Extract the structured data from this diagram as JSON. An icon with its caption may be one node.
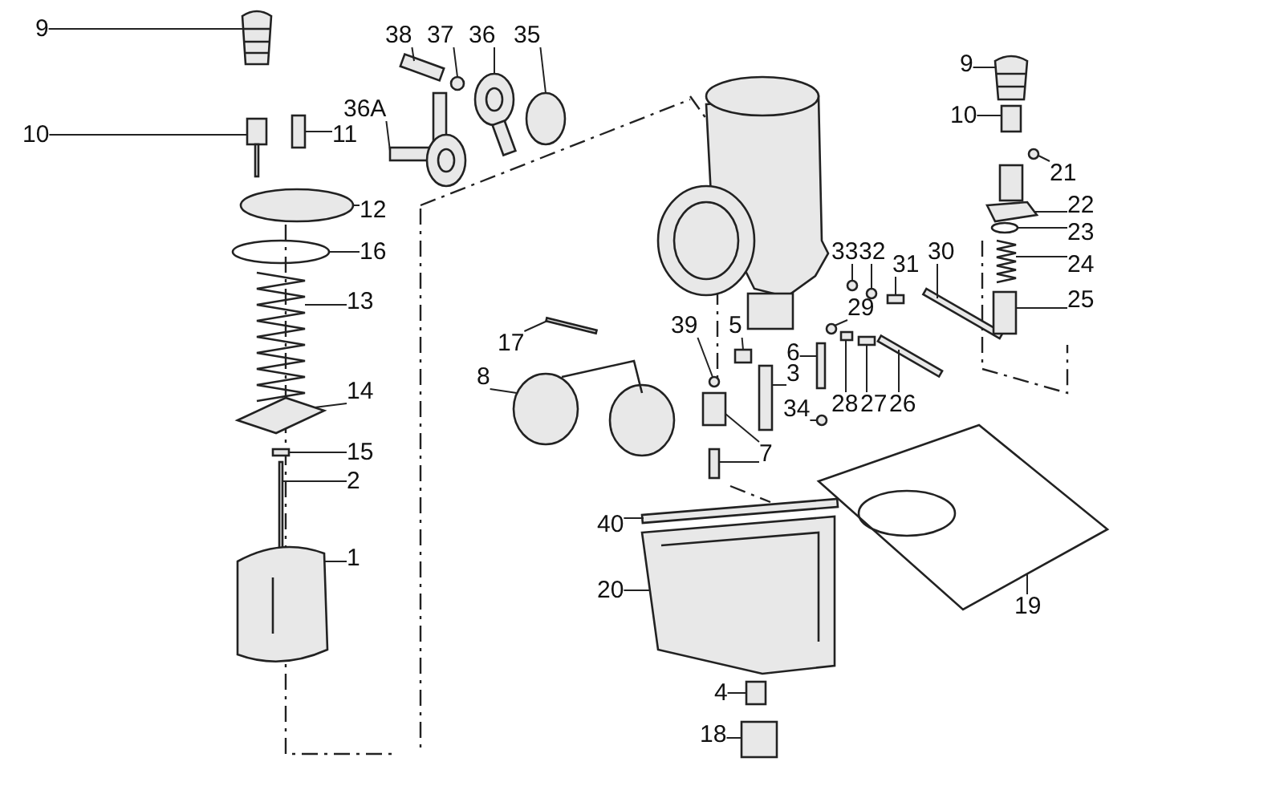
{
  "diagram": {
    "nodes": [
      {
        "text": [
          "38"
        ]
      },
      {
        "text": [
          "37"
        ]
      },
      {
        "text": [
          "36"
        ]
      },
      {
        "text": [
          "35"
        ]
      },
      {
        "text": [
          "9"
        ]
      },
      {
        "text": [
          "9"
        ]
      },
      {
        "text": [
          "36A"
        ]
      },
      {
        "text": [
          "10"
        ]
      },
      {
        "text": [
          "11"
        ]
      },
      {
        "text": [
          "10"
        ]
      },
      {
        "text": [
          "21"
        ]
      },
      {
        "text": [
          "22"
        ]
      },
      {
        "text": [
          "12"
        ]
      },
      {
        "text": [
          "23"
        ]
      },
      {
        "text": [
          "16"
        ]
      },
      {
        "text": [
          "33"
        ]
      },
      {
        "text": [
          "32"
        ]
      },
      {
        "text": [
          "31"
        ]
      },
      {
        "text": [
          "30"
        ]
      },
      {
        "text": [
          "24"
        ]
      },
      {
        "text": [
          "13"
        ]
      },
      {
        "text": [
          "25"
        ]
      },
      {
        "text": [
          "29"
        ]
      },
      {
        "text": [
          "39"
        ]
      },
      {
        "text": [
          "5"
        ]
      },
      {
        "text": [
          "17"
        ]
      },
      {
        "text": [
          "6"
        ]
      },
      {
        "text": [
          "3"
        ]
      },
      {
        "text": [
          "8"
        ]
      },
      {
        "text": [
          "14"
        ]
      },
      {
        "text": [
          "28"
        ]
      },
      {
        "text": [
          "27"
        ]
      },
      {
        "text": [
          "26"
        ]
      },
      {
        "text": [
          "34"
        ]
      },
      {
        "text": [
          "15"
        ]
      },
      {
        "text": [
          "7"
        ]
      },
      {
        "text": [
          "2"
        ]
      },
      {
        "text": [
          "40"
        ]
      },
      {
        "text": [
          "1"
        ]
      },
      {
        "text": [
          "20"
        ]
      },
      {
        "text": [
          "19"
        ]
      },
      {
        "text": [
          "4"
        ]
      },
      {
        "text": [
          "18"
        ]
      },
      {
        "text": [],
        "shape": "box"
      },
      {
        "text": [],
        "shape": "circle"
      },
      {
        "text": [],
        "shape": "picture"
      },
      {
        "text": [],
        "shape": "circle"
      },
      {
        "text": [],
        "shape": "picture"
      },
      {
        "text": [],
        "shape": "picture"
      },
      {
        "text": [],
        "shape": "picture"
      },
      {
        "text": [],
        "shape": "picture"
      },
      {
        "text": [],
        "shape": "box"
      },
      {
        "text": [],
        "shape": "box"
      },
      {
        "text": [],
        "shape": "circle"
      },
      {
        "text": [],
        "shape": "picture"
      },
      {
        "text": [],
        "shape": "circle"
      },
      {
        "text": [],
        "shape": "circle"
      },
      {
        "text": [],
        "shape": "circle"
      },
      {
        "text": [],
        "shape": "circle"
      },
      {
        "text": [],
        "shape": "circle"
      },
      {
        "text": [],
        "shape": "box"
      },
      {
        "text": [],
        "shape": "box"
      },
      {
        "text": [],
        "shape": "picture"
      },
      {
        "text": [],
        "shape": "picture"
      },
      {
        "text": [],
        "shape": "box"
      },
      {
        "text": [],
        "shape": "circle"
      },
      {
        "text": [],
        "shape": "circle"
      },
      {
        "text": [],
        "shape": "box"
      },
      {
        "text": [],
        "shape": "box"
      },
      {
        "text": [],
        "shape": "box"
      },
      {
        "text": [],
        "shape": "box"
      },
      {
        "text": [],
        "shape": "picture"
      },
      {
        "text": [],
        "shape": "diamond"
      },
      {
        "text": [],
        "shape": "box"
      },
      {
        "text": [],
        "shape": "box"
      },
      {
        "text": [],
        "shape": "box"
      },
      {
        "text": [],
        "shape": "circle"
      },
      {
        "text": [],
        "shape": "box"
      },
      {
        "text": [],
        "shape": "box"
      },
      {
        "text": [],
        "shape": "box"
      },
      {
        "text": [],
        "shape": "box"
      },
      {
        "text": [],
        "shape": "box"
      },
      {
        "text": [],
        "shape": "picture"
      },
      {
        "text": [],
        "shape": "picture"
      },
      {
        "text": [],
        "shape": "picture"
      },
      {
        "text": [],
        "shape": "box"
      },
      {
        "text": [],
        "shape": "box"
      }
    ],
    "edges": [
      {
        "from": 0,
        "to": 43,
        "arrow": "none"
      },
      {
        "from": 1,
        "to": 44,
        "arrow": "none"
      },
      {
        "from": 2,
        "to": 45,
        "arrow": "none"
      },
      {
        "from": 3,
        "to": 46,
        "arrow": "none"
      },
      {
        "from": 4,
        "to": 47,
        "arrow": "none"
      },
      {
        "from": 5,
        "to": 48,
        "arrow": "none"
      },
      {
        "from": 6,
        "to": 49,
        "arrow": "none"
      },
      {
        "from": 7,
        "to": 50,
        "arrow": "none"
      },
      {
        "from": 8,
        "to": 51,
        "arrow": "none"
      },
      {
        "from": 9,
        "to": 52,
        "arrow": "none"
      },
      {
        "from": 10,
        "to": 53,
        "arrow": "none"
      },
      {
        "from": 11,
        "to": 54,
        "arrow": "none"
      },
      {
        "from": 12,
        "to": 55,
        "arrow": "none"
      },
      {
        "from": 13,
        "to": 56,
        "arrow": "none"
      },
      {
        "from": 14,
        "to": 57,
        "arrow": "none"
      },
      {
        "from": 15,
        "to": 58,
        "arrow": "none"
      },
      {
        "from": 16,
        "to": 59,
        "arrow": "none"
      },
      {
        "from": 17,
        "to": 60,
        "arrow": "none"
      },
      {
        "from": 18,
        "to": 61,
        "arrow": "none"
      },
      {
        "from": 19,
        "to": 62,
        "arrow": "none"
      },
      {
        "from": 20,
        "to": 63,
        "arrow": "none"
      },
      {
        "from": 21,
        "to": 64,
        "arrow": "none"
      },
      {
        "from": 22,
        "to": 65,
        "arrow": "none"
      },
      {
        "from": 23,
        "to": 66,
        "arrow": "none"
      },
      {
        "from": 24,
        "to": 67,
        "arrow": "none"
      },
      {
        "from": 25,
        "to": 68,
        "arrow": "none"
      },
      {
        "from": 26,
        "to": 69,
        "arrow": "none"
      },
      {
        "from": 27,
        "to": 70,
        "arrow": "none"
      },
      {
        "from": 28,
        "to": 71,
        "arrow": "none"
      },
      {
        "from": 29,
        "to": 72,
        "arrow": "none"
      },
      {
        "from": 30,
        "to": 73,
        "arrow": "none"
      },
      {
        "from": 31,
        "to": 74,
        "arrow": "none"
      },
      {
        "from": 32,
        "to": 75,
        "arrow": "none"
      },
      {
        "from": 33,
        "to": 76,
        "arrow": "none"
      },
      {
        "from": 34,
        "to": 77,
        "arrow": "none"
      },
      {
        "from": 35,
        "to": 78,
        "arrow": "none"
      },
      {
        "from": 35,
        "to": 79,
        "arrow": "none"
      },
      {
        "from": 36,
        "to": 80,
        "arrow": "none"
      },
      {
        "from": 37,
        "to": 81,
        "arrow": "none"
      },
      {
        "from": 38,
        "to": 82,
        "arrow": "none"
      },
      {
        "from": 39,
        "to": 83,
        "arrow": "none"
      },
      {
        "from": 40,
        "to": 84,
        "arrow": "none"
      },
      {
        "from": 41,
        "to": 85,
        "arrow": "none"
      },
      {
        "from": 42,
        "to": 86,
        "arrow": "none"
      }
    ]
  }
}
